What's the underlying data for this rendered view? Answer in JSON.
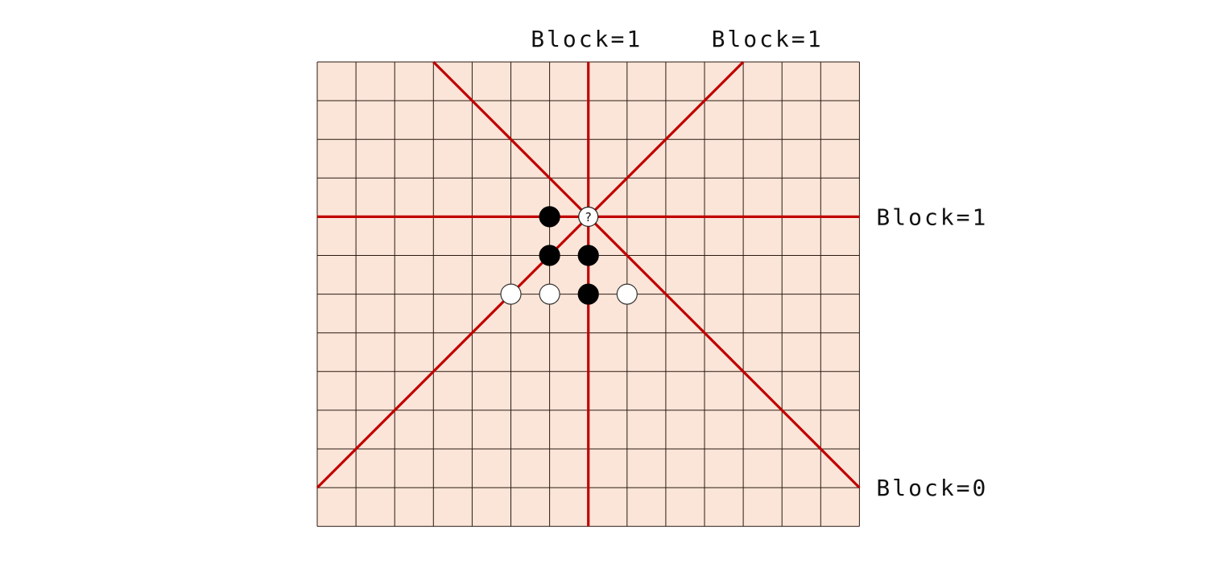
{
  "board": {
    "columns": 14,
    "rows": 12,
    "background_color": "#fbe5d8",
    "grid_color": "#2b1a12",
    "highlight_line_color": "#c00000"
  },
  "candidate": {
    "col": 7,
    "row": 4,
    "glyph": "?"
  },
  "stones": [
    {
      "col": 6,
      "row": 4,
      "color": "black"
    },
    {
      "col": 6,
      "row": 5,
      "color": "black"
    },
    {
      "col": 7,
      "row": 5,
      "color": "black"
    },
    {
      "col": 7,
      "row": 6,
      "color": "black"
    },
    {
      "col": 5,
      "row": 6,
      "color": "white"
    },
    {
      "col": 6,
      "row": 6,
      "color": "white"
    },
    {
      "col": 8,
      "row": 6,
      "color": "white"
    }
  ],
  "labels": {
    "vertical": "Block=1",
    "diagonal_up": "Block=1",
    "horizontal": "Block=1",
    "diagonal_down": "Block=0"
  }
}
